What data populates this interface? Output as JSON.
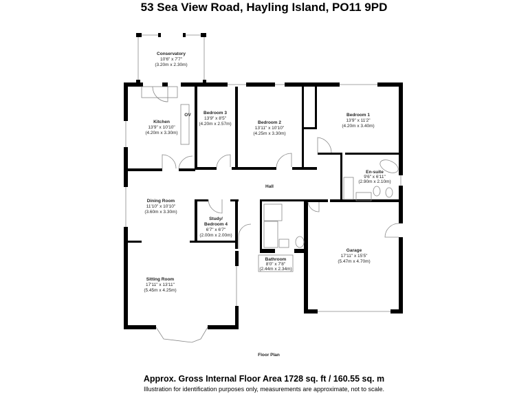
{
  "title": "53 Sea View Road, Hayling Island, PO11 9PD",
  "rooms": {
    "conservatory": {
      "name": "Conservatory",
      "imperial": "10'6\" x 7'7\"",
      "metric": "(3.20m x 2.30m)"
    },
    "kitchen": {
      "name": "Kitchen",
      "imperial": "13'9\" x 10'10\"",
      "metric": "(4.20m x 3.30m)"
    },
    "bedroom3": {
      "name": "Bedroom 3",
      "imperial": "13'9\" x 8'5\"",
      "metric": "(4.20m x 2.57m)"
    },
    "bedroom2": {
      "name": "Bedroom 2",
      "imperial": "13'11\" x 10'10\"",
      "metric": "(4.25m x 3.30m)"
    },
    "bedroom1": {
      "name": "Bedroom 1",
      "imperial": "13'9\" x 11'2\"",
      "metric": "(4.20m x 3.40m)"
    },
    "ensuite": {
      "name": "En-suite",
      "imperial": "9'6\" x 6'11\"",
      "metric": "(2.90m x 2.10m)"
    },
    "hall": {
      "name": "Hall"
    },
    "dining": {
      "name": "Dining Room",
      "imperial": "11'10\" x 10'10\"",
      "metric": "(3.60m x 3.30m)"
    },
    "study": {
      "name1": "Study/",
      "name2": "Bedroom 4",
      "imperial": "6'7\" x 6'7\"",
      "metric": "(2.00m x 2.00m)"
    },
    "bathroom": {
      "name": "Bathroom",
      "imperial": "8'0\" x 7'8\"",
      "metric": "(2.44m x 2.34m)"
    },
    "garage": {
      "name": "Garage",
      "imperial": "17'11\" x 15'5\"",
      "metric": "(5.47m x 4.70m)"
    },
    "sitting": {
      "name": "Sitting Room",
      "imperial": "17'11\" x 13'11\"",
      "metric": "(5.45m x 4.25m)"
    }
  },
  "oven_label": "OV",
  "floor_label": "Floor Plan",
  "footer": {
    "area": "Approx. Gross Internal Floor Area 1728 sq. ft / 160.55 sq. m",
    "disclaimer": "Illustration for identification purposes only, measurements are approximate, not to scale."
  }
}
